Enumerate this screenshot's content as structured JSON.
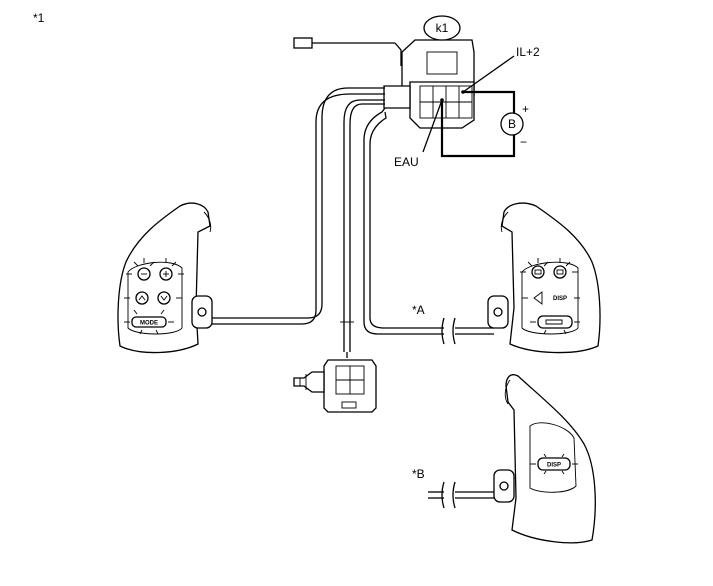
{
  "figure_id": "*1",
  "connector": "k1",
  "terminals": {
    "il2": "IL+2",
    "eau": "EAU"
  },
  "meter": {
    "label": "B",
    "plus": "+",
    "minus": "−"
  },
  "markers": {
    "a": "*A",
    "b": "*B"
  },
  "buttons": {
    "mode": "MODE",
    "disp": "DISP"
  }
}
